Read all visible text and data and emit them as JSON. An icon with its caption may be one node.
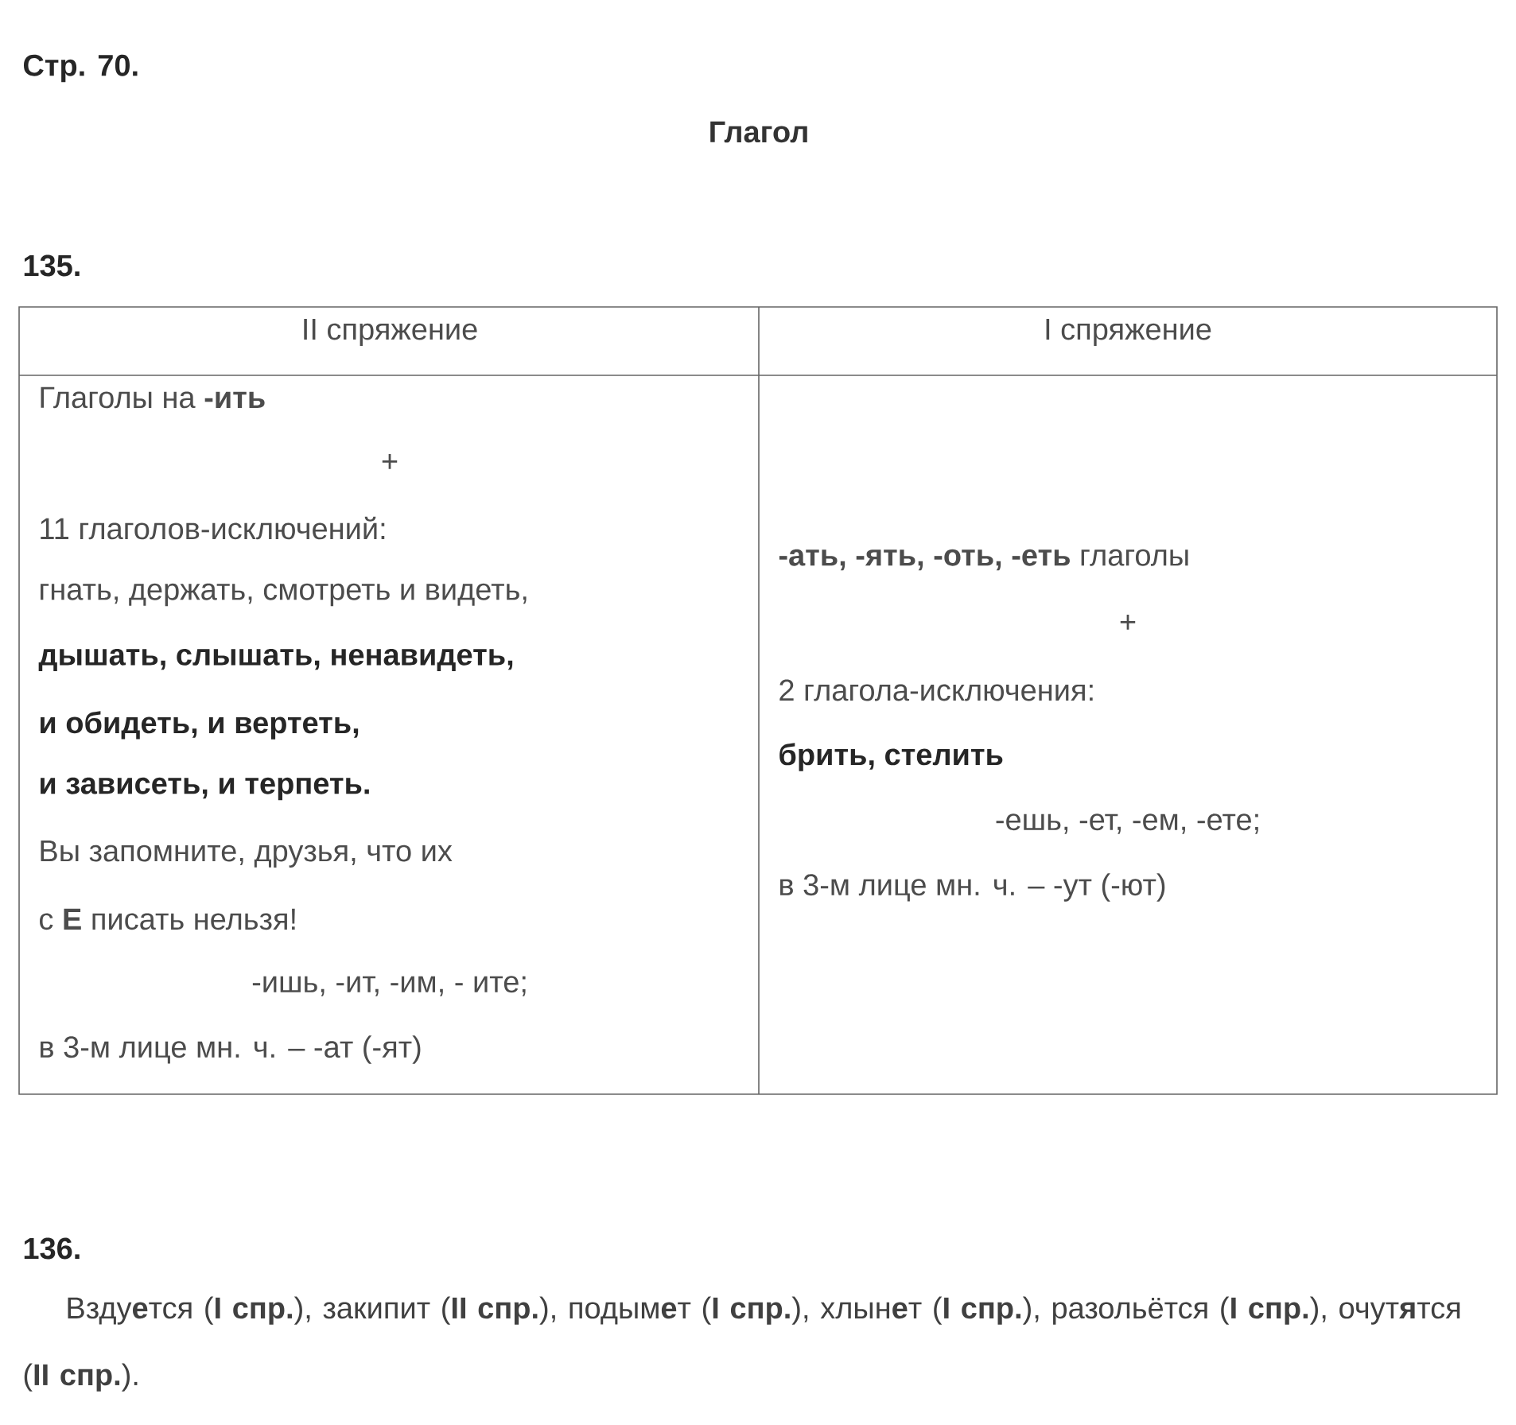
{
  "diagram": {
    "title": "Глагол",
    "labels": [
      "Стр. 70.",
      "135.",
      "II спряжение",
      "I спряжение",
      "Глаголы на **-ить**",
      "+",
      "11 глаголов-исключений:",
      "гнать, держать, смотреть и видеть,",
      "дышать, слышать, ненавидеть,",
      "и обидеть, и вертеть,",
      "и зависеть, и терпеть.",
      "Вы запомните, друзья, что их",
      "с **Е** писать нельзя!",
      "-ишь, -ит, -им, - ите;",
      "в 3-м лице мн. ч. – -ат (-ят)",
      "**-ать, -ять, -оть, -еть** глаголы",
      "+",
      "2 глагола-исключения:",
      "брить, стелить",
      "-ешь, -ет, -ем, -ете;",
      "в 3-м лице мн. ч. – -ут (-ют)",
      "136.",
      "Взду**е**тся (**I спр.**), закипит (**II спр.**), подым**е**т (**I спр.**), хлын**е**т (**I спр.**), разольётся (**I спр.**), очут**я**тся (**II спр.**)."
    ]
  }
}
